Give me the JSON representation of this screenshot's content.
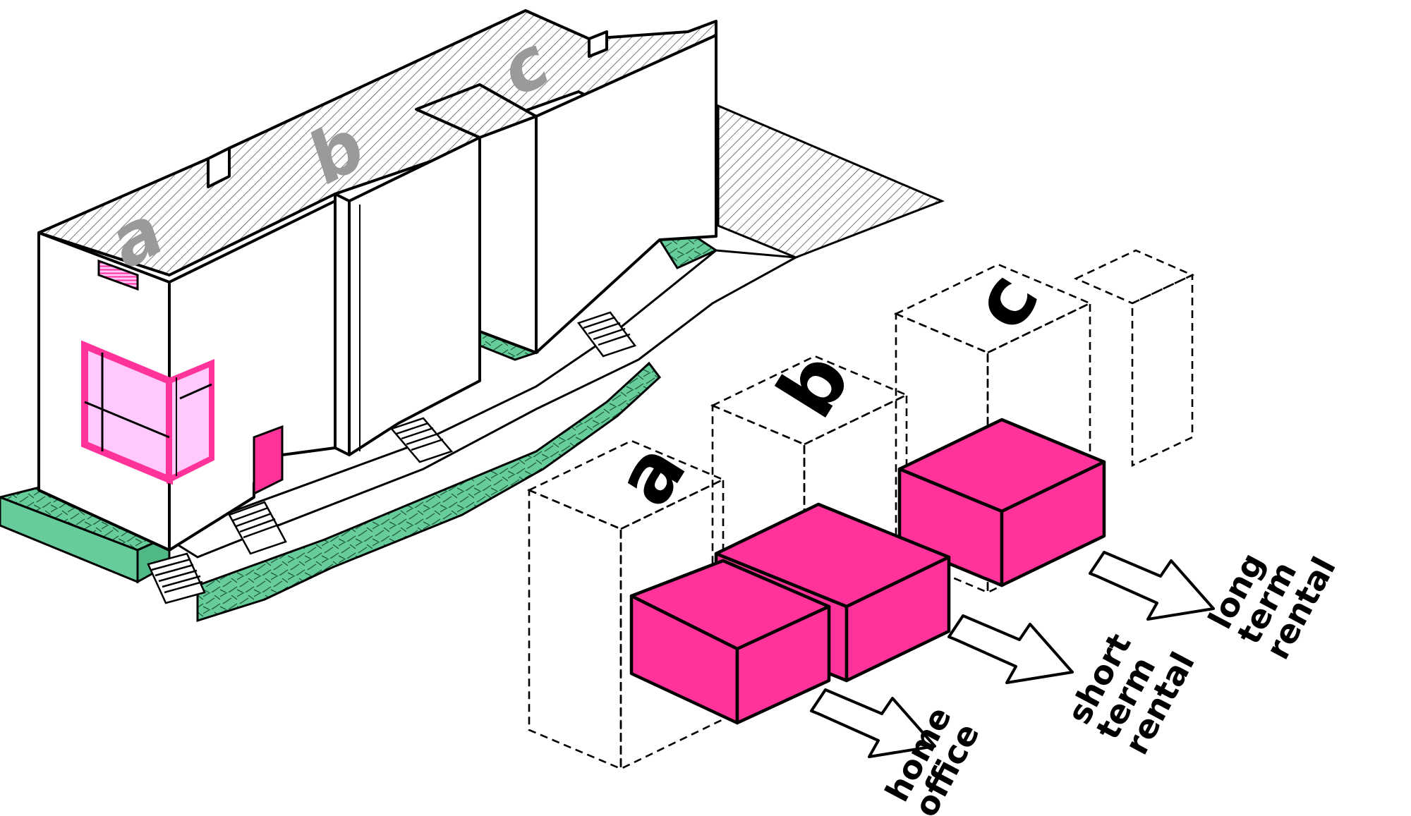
{
  "diagram": {
    "roof_labels": [
      "a",
      "b",
      "c"
    ],
    "module_labels": [
      "a",
      "b",
      "c"
    ],
    "uses": [
      {
        "letter": "a",
        "lines": [
          "home",
          "office"
        ]
      },
      {
        "letter": "b",
        "lines": [
          "short",
          "term",
          "rental"
        ]
      },
      {
        "letter": "c",
        "lines": [
          "long",
          "term",
          "rental"
        ]
      }
    ],
    "colors": {
      "accent_pink": "#ff3399",
      "window_pink": "#ffc8ff",
      "green": "#66cc99",
      "outline": "#000000",
      "roof_hatch": "#555555"
    }
  }
}
